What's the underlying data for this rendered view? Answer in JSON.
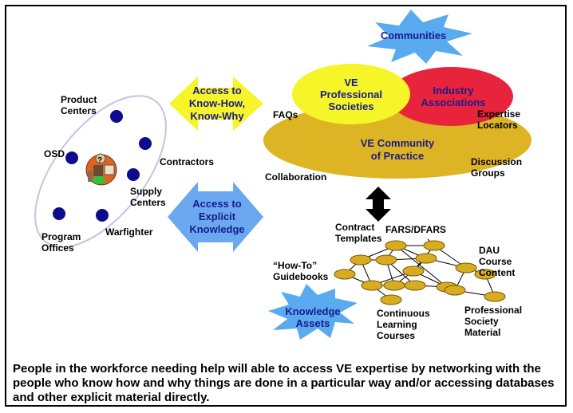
{
  "diagram": {
    "communities_burst": "Communities",
    "knowledge_assets_burst": [
      "Knowledge",
      "Assets"
    ],
    "arrow_know_how": [
      "Access to",
      "Know-How,",
      "Know-Why"
    ],
    "arrow_explicit": [
      "Access to",
      "Explicit",
      "Knowledge"
    ],
    "ellipse_ve_societies": [
      "VE",
      "Professional",
      "Societies"
    ],
    "ellipse_industry": [
      "Industry",
      "Associations"
    ],
    "ellipse_cop": [
      "VE Community",
      "of Practice"
    ],
    "community_labels": {
      "faqs": "FAQs",
      "expertise_locators": [
        "Expertise",
        "Locators"
      ],
      "collaboration": "Collaboration",
      "discussion_groups": [
        "Discussion",
        "Groups"
      ]
    },
    "network_labels": {
      "product_centers": [
        "Product",
        "Centers"
      ],
      "osd": "OSD",
      "contractors": "Contractors",
      "supply_centers": [
        "Supply",
        "Centers"
      ],
      "warfighter": "Warfighter",
      "program_offices": [
        "Program",
        "Offices"
      ]
    },
    "asset_labels": {
      "contract_templates": [
        "Contract",
        "Templates"
      ],
      "fars_dfars": "FARS/DFARS",
      "dau_course": [
        "DAU",
        "Course",
        "Content"
      ],
      "how_to": [
        "“How-To”",
        "Guidebooks"
      ],
      "continuous_learning": [
        "Continuous",
        "Learning",
        "Courses"
      ],
      "professional_society": [
        "Professional",
        "Society",
        "Material"
      ]
    }
  },
  "caption": "People in the workforce needing help will able to access VE expertise by networking with the people who know how and why things are done in a particular way and/or accessing databases and other explicit material directly.",
  "colors": {
    "burst_blue": "#5aaaf0",
    "arrow_yellow": "#f5f52a",
    "arrow_blue": "#6aa8f0",
    "ellipse_gold": "#dcb424",
    "ellipse_yellow": "#f5f528",
    "ellipse_red": "#e8243c",
    "text_navy": "#1a1a8c",
    "node_navy": "#0c0c8c",
    "node_gold": "#d8ac20"
  }
}
